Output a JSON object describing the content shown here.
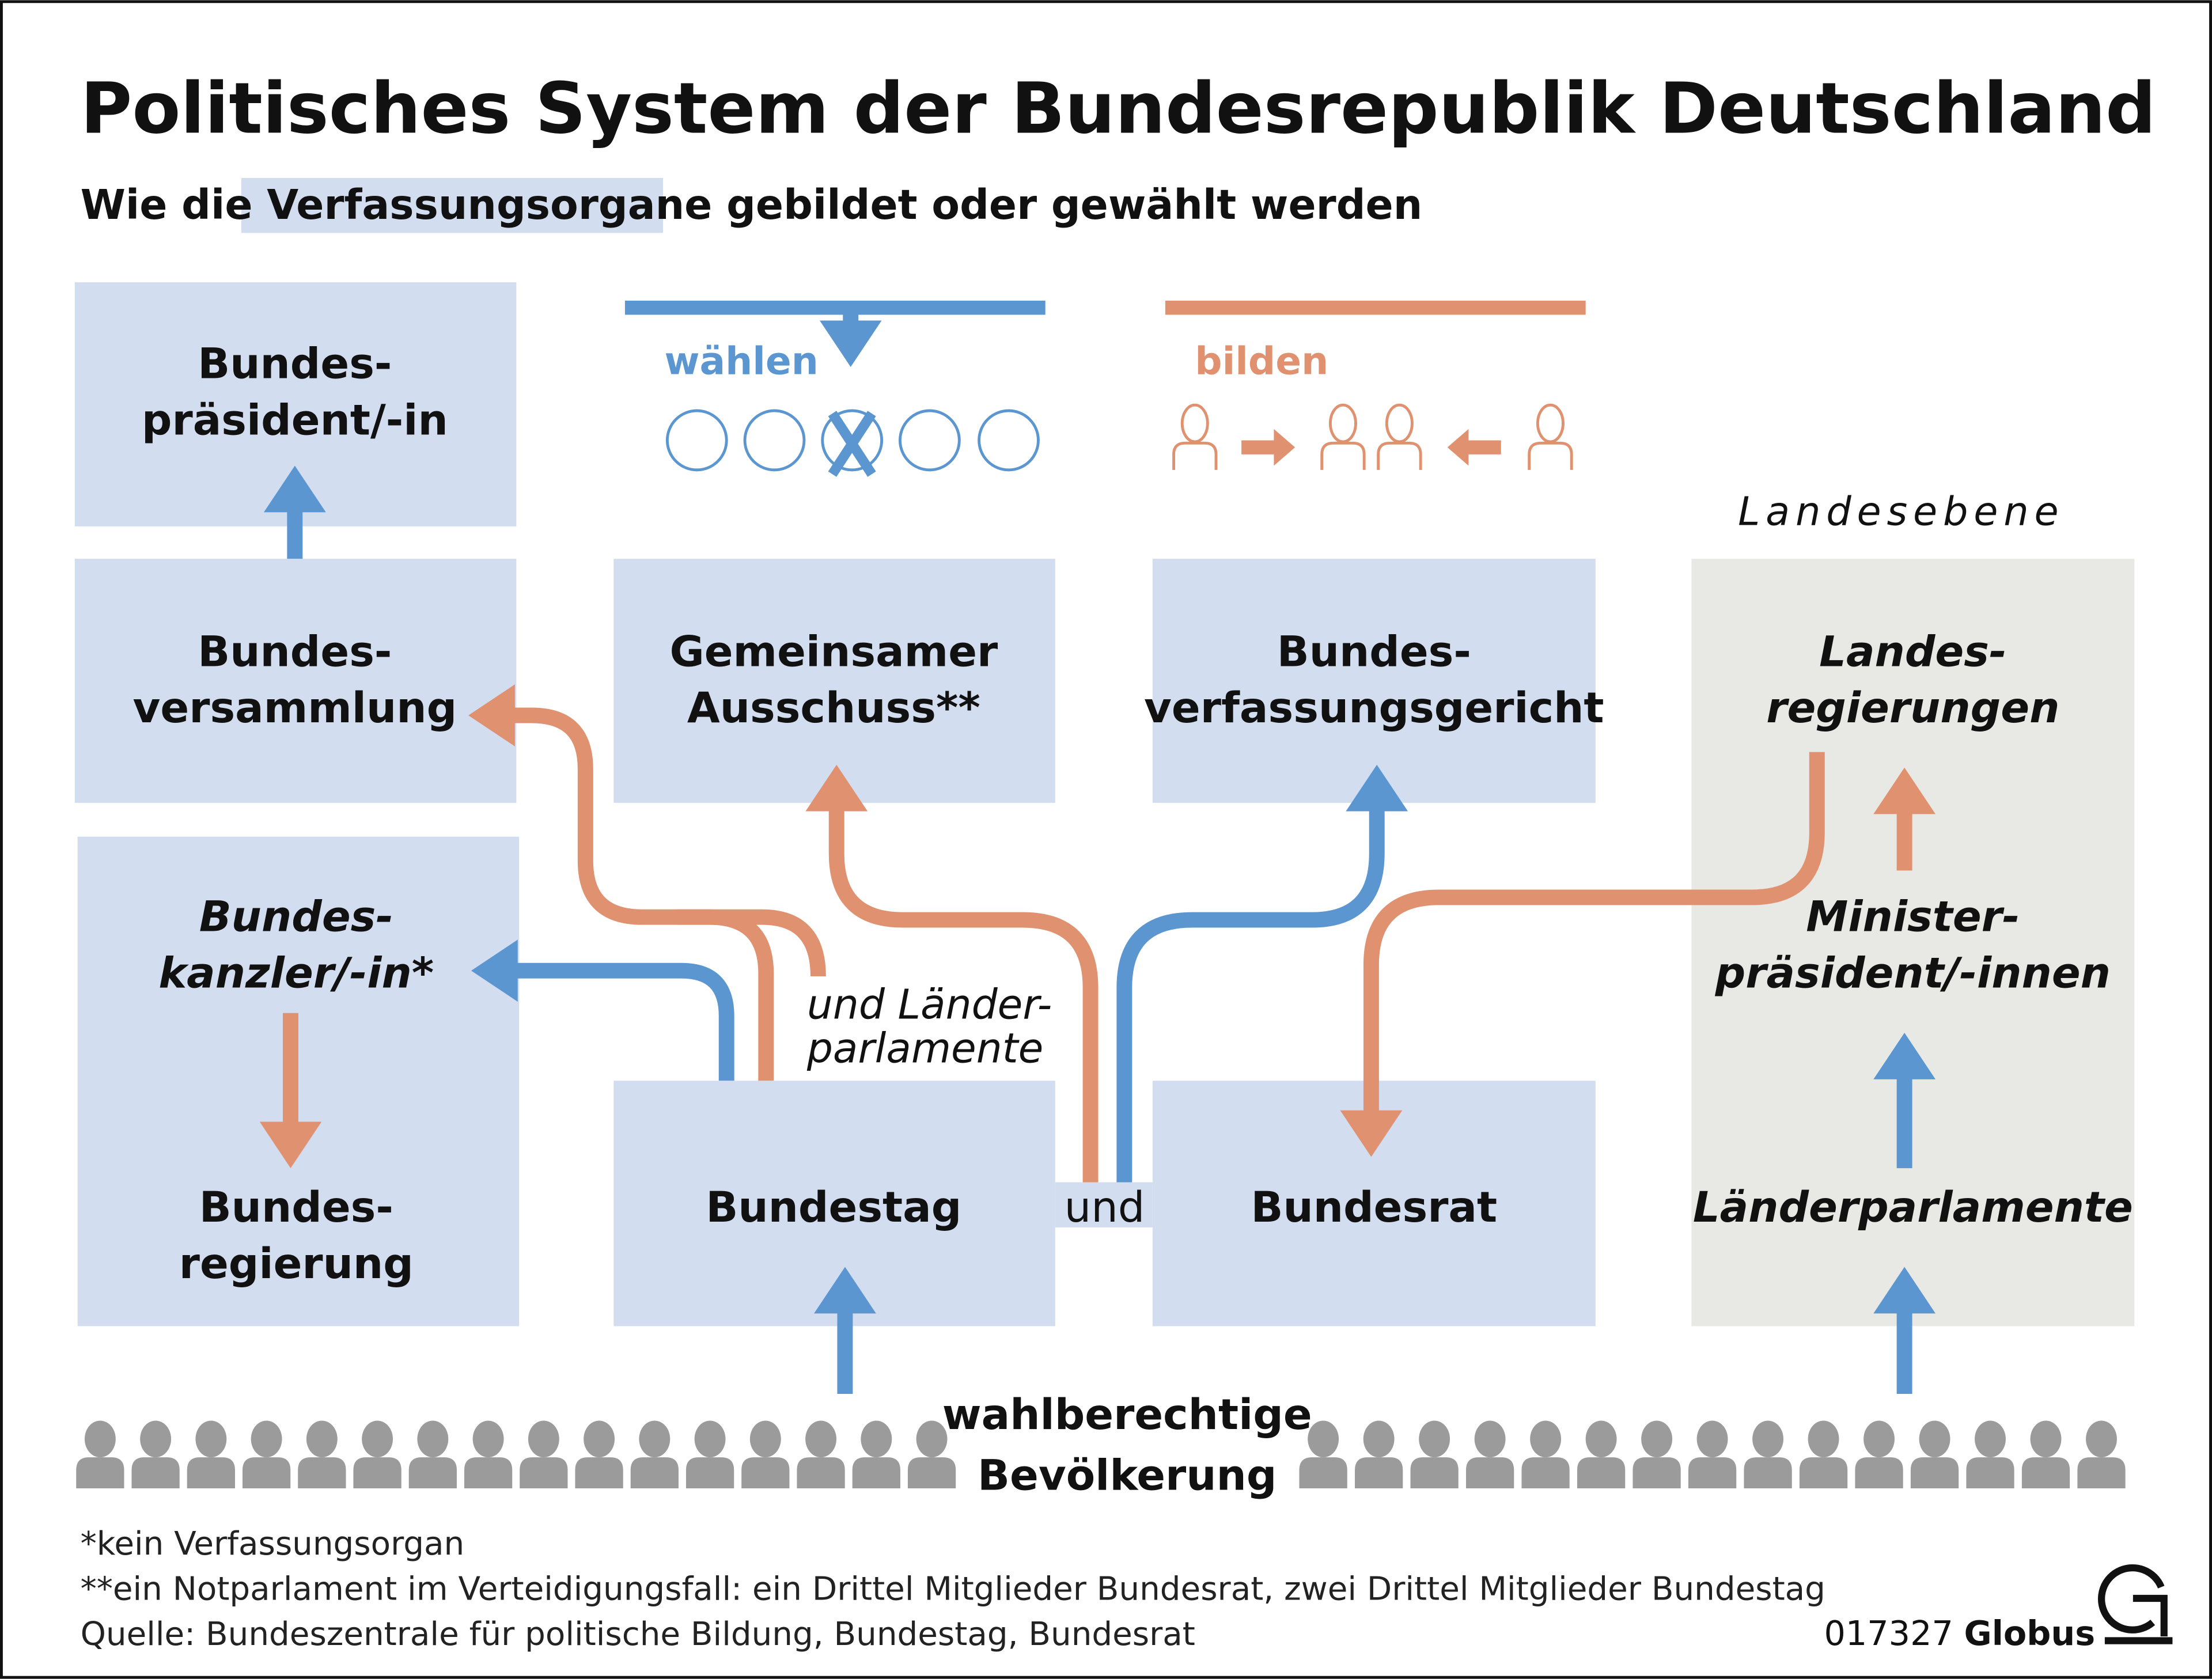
{
  "title": "Politisches System der Bundesrepublik Deutschland",
  "subtitle": {
    "prefix": "Wie die",
    "highlight": "Verfassungsorgane",
    "suffix": "gebildet oder gewählt werden"
  },
  "legend": {
    "elect": "wählen",
    "form": "bilden"
  },
  "colors": {
    "elect": "#5b96d0",
    "form": "#e0916f",
    "federal_box": "#d3ddf0",
    "state_box": "#e8e9e4",
    "people": "#9b9b9b"
  },
  "state_level_label": "Landesebene",
  "boxes": {
    "bundespraesident": [
      "Bundes-",
      "präsident/-in"
    ],
    "bundesversammlung": [
      "Bundes-",
      "versammlung"
    ],
    "gemeinsamer_ausschuss": [
      "Gemeinsamer",
      "Ausschuss**"
    ],
    "bundesverfassungsgericht": [
      "Bundes-",
      "verfassungsgericht"
    ],
    "landesregierungen": [
      "Landes-",
      "regierungen"
    ],
    "bundeskanzler": [
      "Bundes-",
      "kanzler/-in*"
    ],
    "bundesregierung": [
      "Bundes-",
      "regierung"
    ],
    "bundestag": "Bundestag",
    "bundesrat": "Bundesrat",
    "ministerpraesidenten": [
      "Minister-",
      "präsident/-innen"
    ],
    "laenderparlamente": "Länderparlamente"
  },
  "connector_und": "und",
  "und_laenderparlamente": [
    "und Länder-",
    "parlamente"
  ],
  "population": [
    "wahlberechtige",
    "Bevölkerung"
  ],
  "footnotes": [
    "*kein Verfassungsorgan",
    "**ein Notparlament im Verteidigungsfall: ein Drittel Mitglieder Bundesrat, zwei Drittel Mitglieder Bundestag",
    "Quelle: Bundeszentrale für politische Bildung, Bundestag, Bundesrat"
  ],
  "graphic_id": "017327",
  "publisher": "Globus"
}
